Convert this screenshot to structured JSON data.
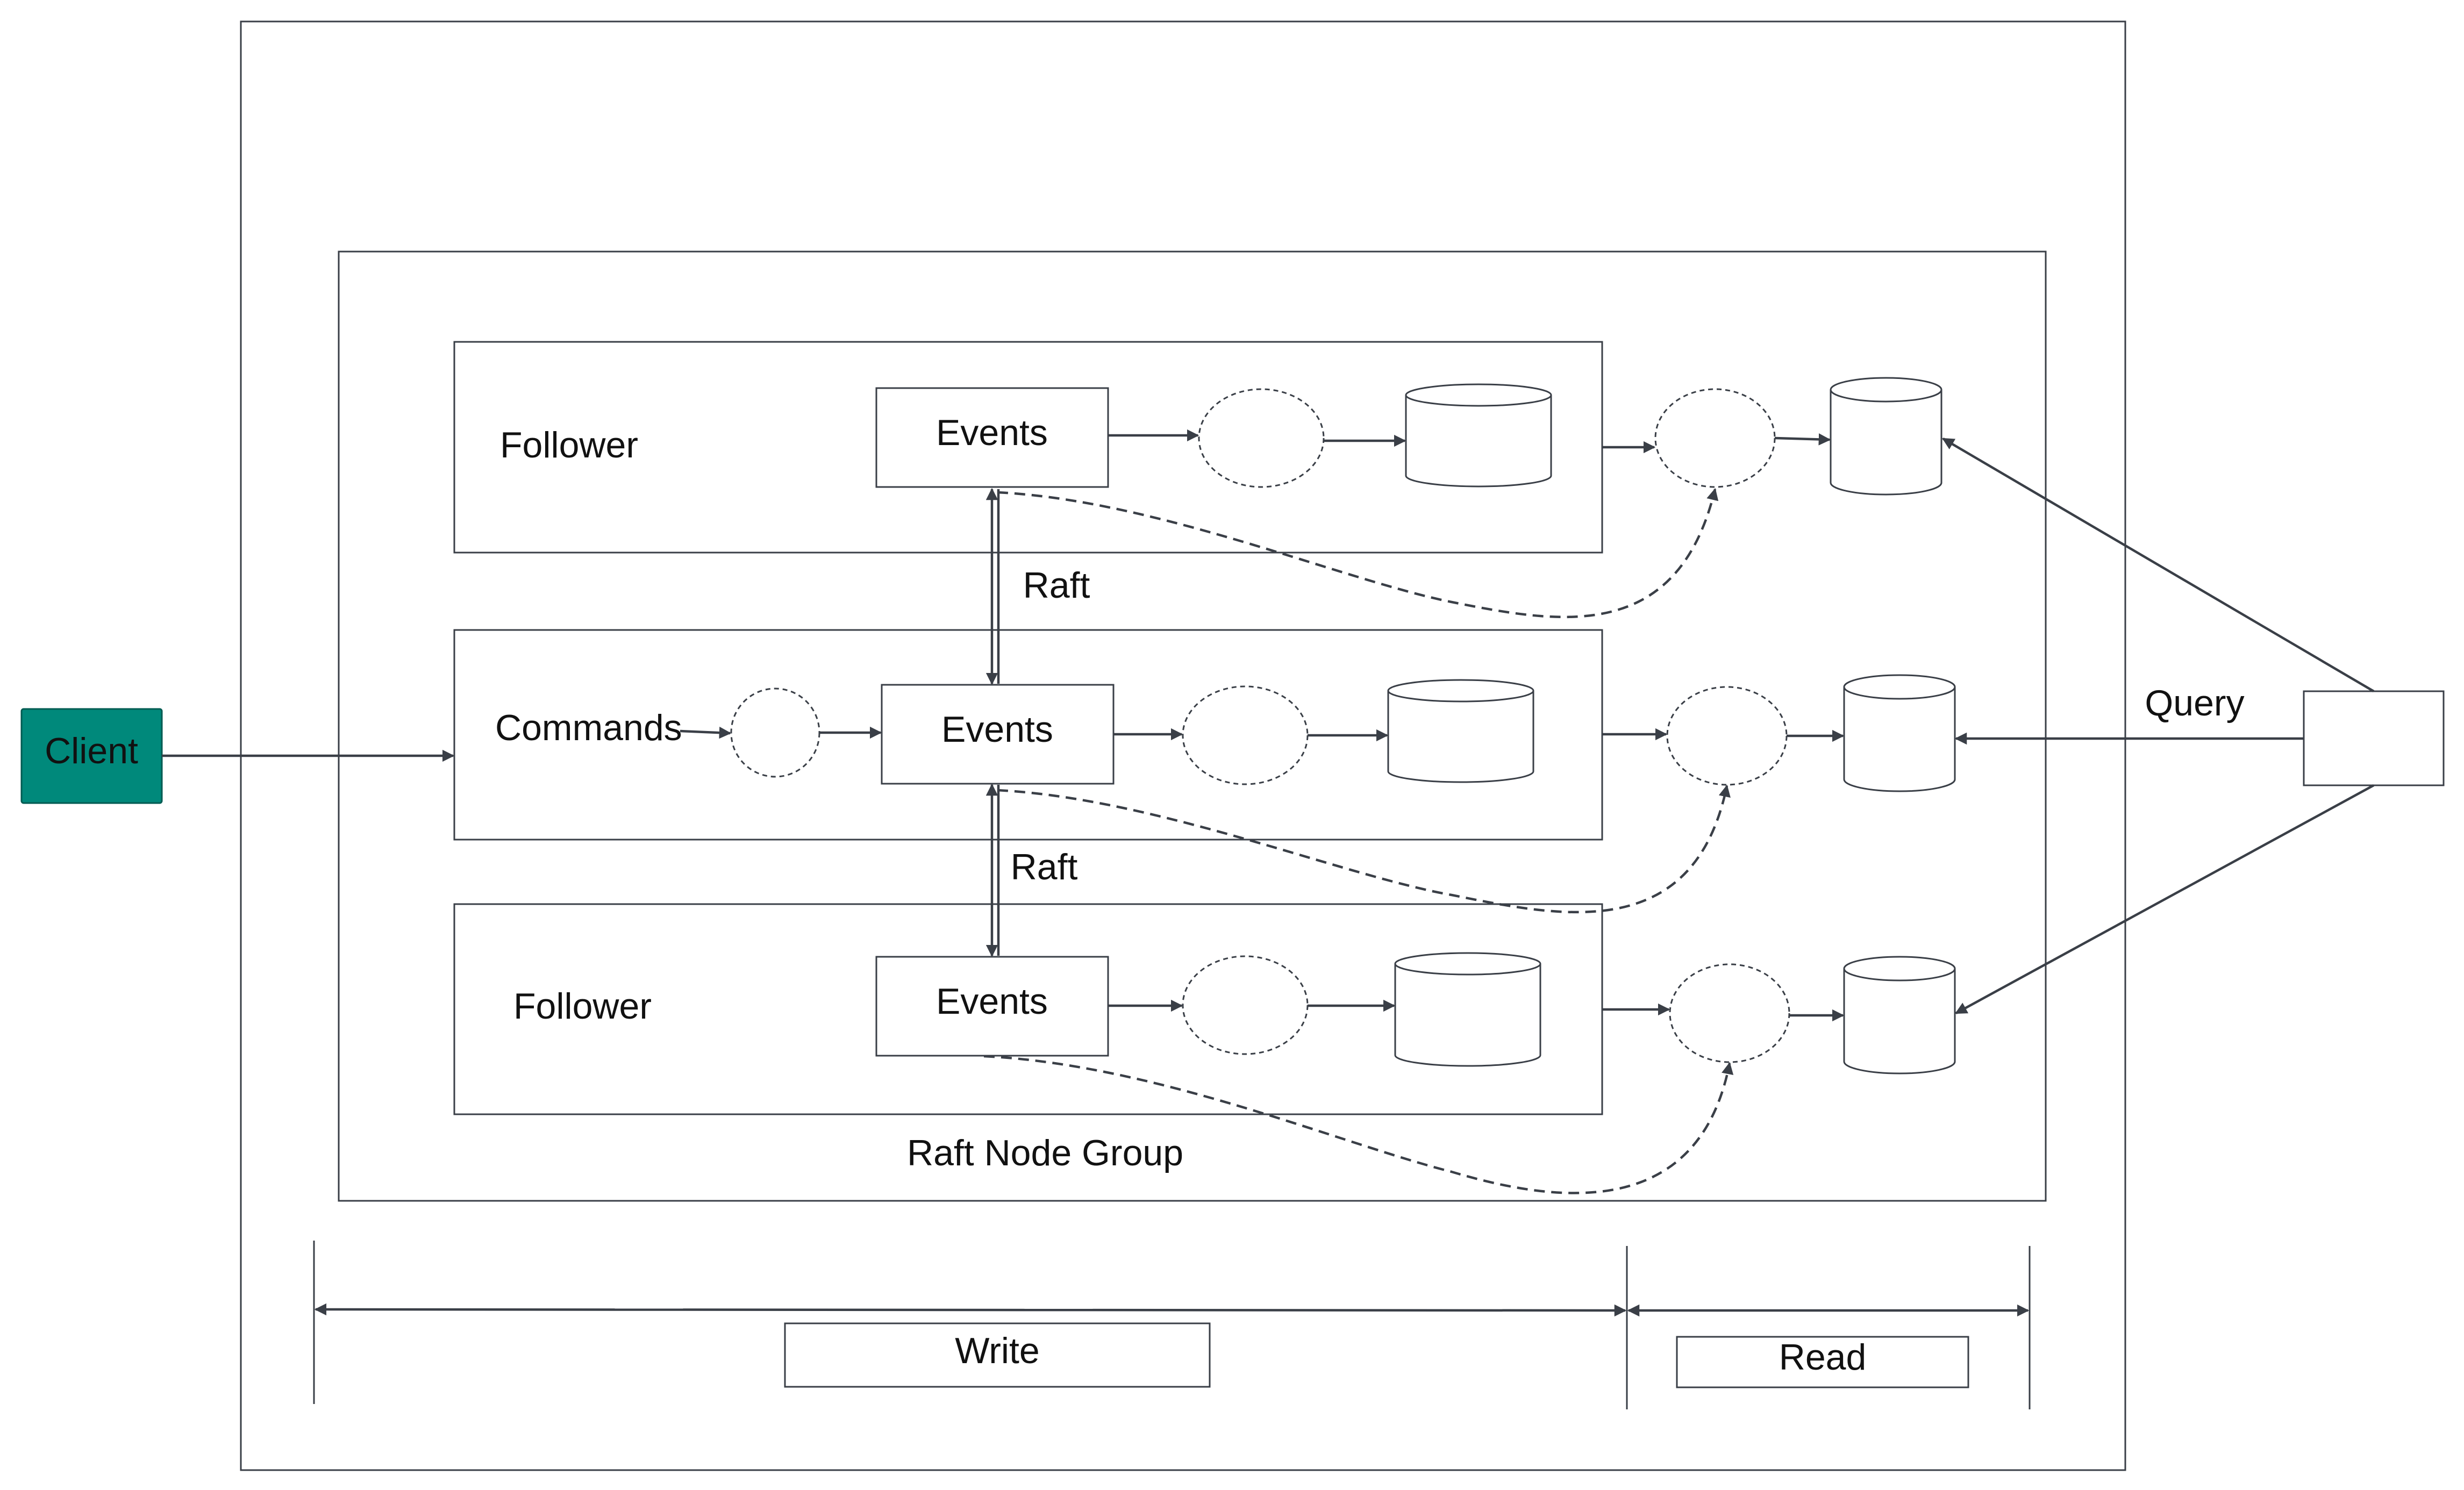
{
  "colors": {
    "client_fill": "#00897b",
    "client_stroke": "#005b52",
    "line": "#3a3f47",
    "background": "#ffffff"
  },
  "client": {
    "label": "Client"
  },
  "group": {
    "label": "Raft Node Group"
  },
  "nodes": {
    "top": {
      "label": "Follower",
      "events_label": "Events"
    },
    "middle": {
      "label": "Commands",
      "events_label": "Events"
    },
    "bottom": {
      "label": "Follower",
      "events_label": "Events"
    }
  },
  "raft_labels": [
    "Raft",
    "Raft"
  ],
  "query": {
    "label": "Query"
  },
  "spans": {
    "write_label": "Write",
    "read_label": "Read"
  }
}
